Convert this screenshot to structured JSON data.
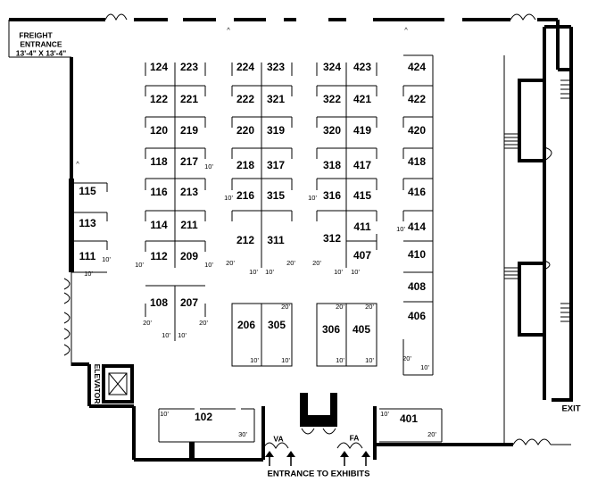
{
  "labels": {
    "freight_line1": "FREIGHT",
    "freight_line2": "ENTRANCE",
    "freight_size": "13'-4\" X 13'-4\"",
    "elevator": "ELEVATOR",
    "exit": "EXIT",
    "entrance": "ENTRANCE TO EXHIBITS",
    "va": "VA",
    "fa": "FA",
    "caret": "^"
  },
  "booths": {
    "b124": "124",
    "b223": "223",
    "b224": "224",
    "b323": "323",
    "b324": "324",
    "b423": "423",
    "b424": "424",
    "b122": "122",
    "b221": "221",
    "b222": "222",
    "b321": "321",
    "b322": "322",
    "b421": "421",
    "b422": "422",
    "b120": "120",
    "b219": "219",
    "b220": "220",
    "b319": "319",
    "b320": "320",
    "b419": "419",
    "b420": "420",
    "b118": "118",
    "b217": "217",
    "b218": "218",
    "b317": "317",
    "b318": "318",
    "b417": "417",
    "b418": "418",
    "b116": "116",
    "b213": "213",
    "b216": "216",
    "b315": "315",
    "b316": "316",
    "b415": "415",
    "b416": "416",
    "b114": "114",
    "b211": "211",
    "b411": "411",
    "b414": "414",
    "b212": "212",
    "b311": "311",
    "b312": "312",
    "b112": "112",
    "b209": "209",
    "b407": "407",
    "b410": "410",
    "b108": "108",
    "b207": "207",
    "b408": "408",
    "b206": "206",
    "b305": "305",
    "b306": "306",
    "b405": "405",
    "b406": "406",
    "b115": "115",
    "b113": "113",
    "b111": "111",
    "b102": "102",
    "b401": "401"
  },
  "dims": {
    "ten": "10'",
    "twenty": "20'",
    "thirty": "30'"
  }
}
